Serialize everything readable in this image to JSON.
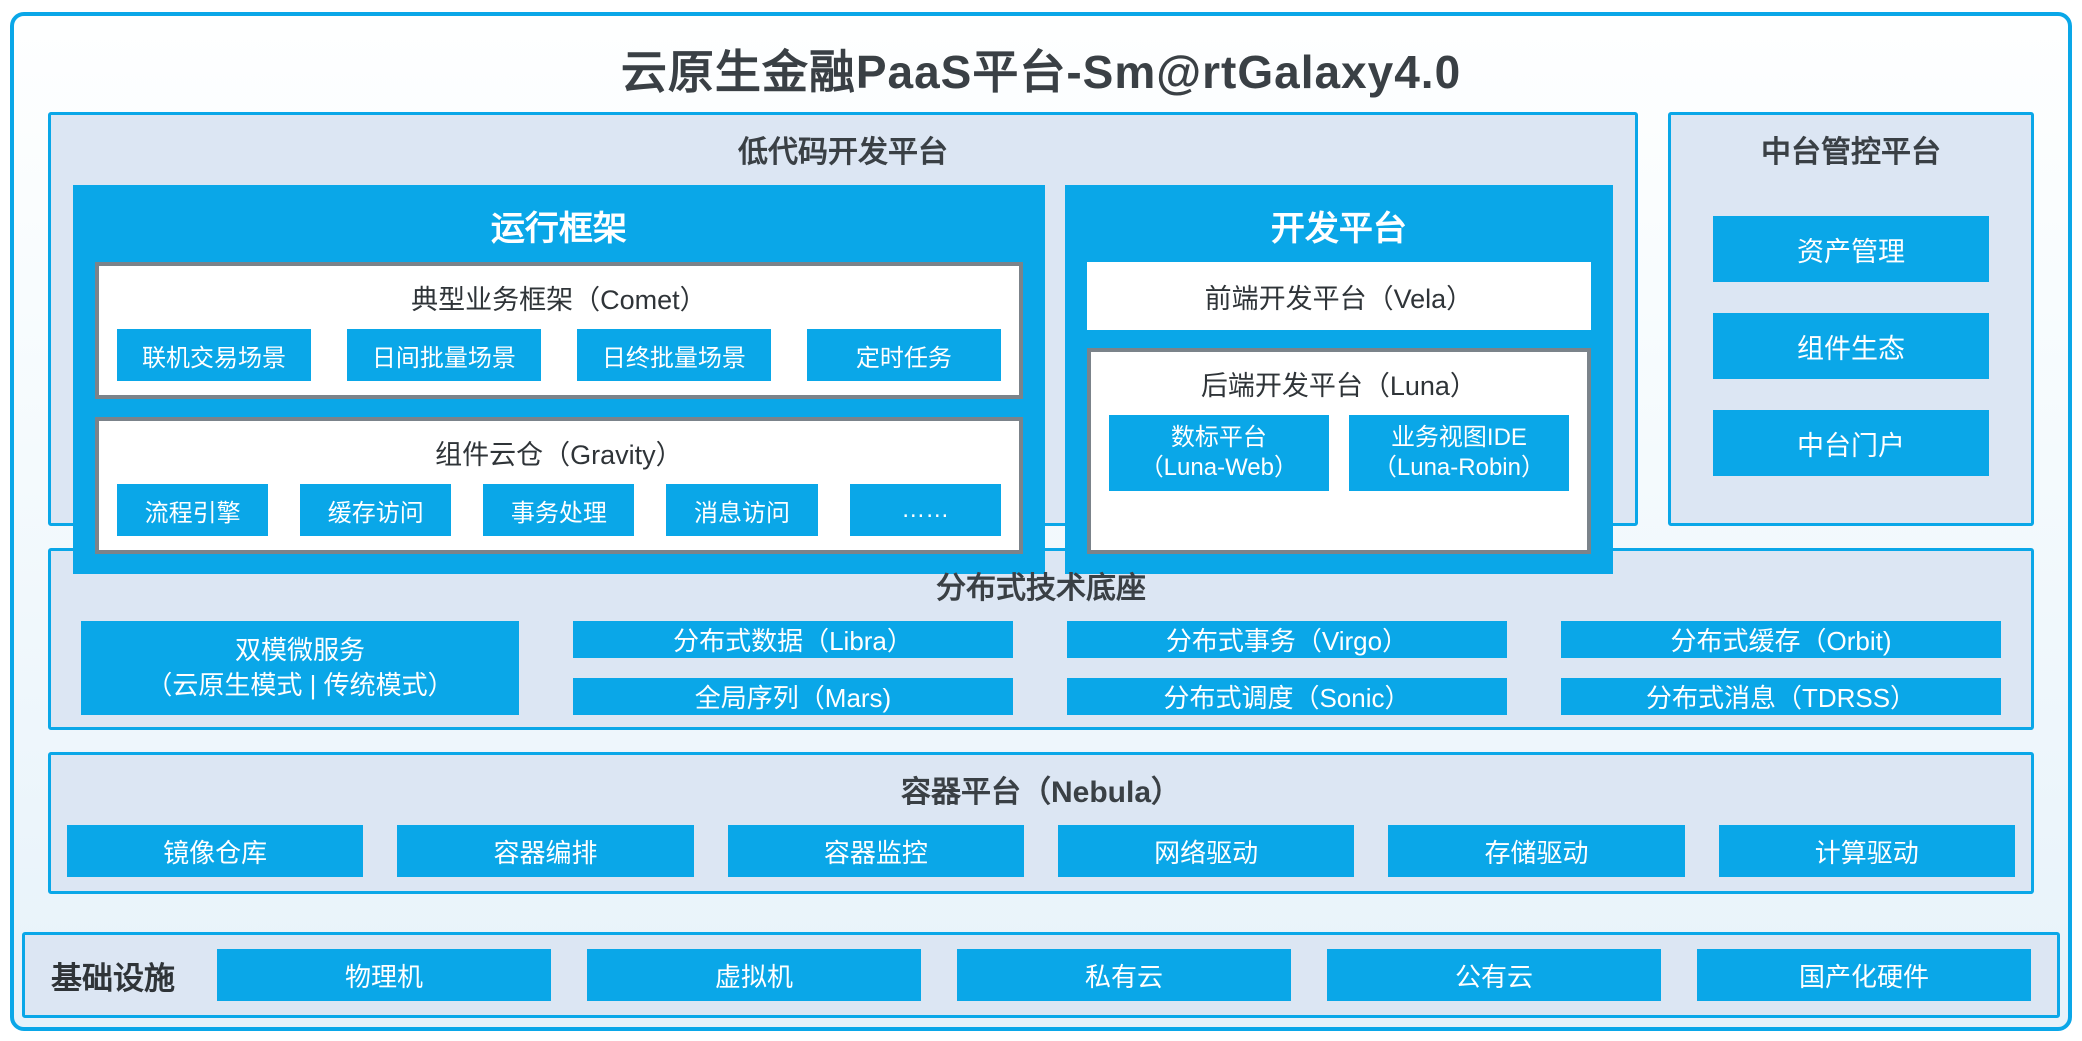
{
  "title": "云原生金融PaaS平台-Sm@rtGalaxy4.0",
  "colors": {
    "accent_blue": "#0aa7e8",
    "panel_bg": "#dce6f3",
    "dark_text": "#3a4045",
    "gray_border": "#7b838a",
    "white": "#ffffff"
  },
  "lowcode": {
    "title": "低代码开发平台",
    "runtime": {
      "title": "运行框架",
      "comet": {
        "title": "典型业务框架（Comet）",
        "items": [
          "联机交易场景",
          "日间批量场景",
          "日终批量场景",
          "定时任务"
        ]
      },
      "gravity": {
        "title": "组件云仓（Gravity）",
        "items": [
          "流程引擎",
          "缓存访问",
          "事务处理",
          "消息访问",
          "……"
        ]
      }
    },
    "dev": {
      "title": "开发平台",
      "vela": "前端开发平台（Vela）",
      "luna": {
        "title": "后端开发平台（Luna）",
        "items": [
          {
            "l1": "数标平台",
            "l2": "（Luna-Web）"
          },
          {
            "l1": "业务视图IDE",
            "l2": "（Luna-Robin）"
          }
        ]
      }
    }
  },
  "middle_platform": {
    "title": "中台管控平台",
    "items": [
      "资产管理",
      "组件生态",
      "中台门户"
    ]
  },
  "distributed": {
    "title": "分布式技术底座",
    "dual_mode": {
      "l1": "双模微服务",
      "l2": "（云原生模式 | 传统模式）"
    },
    "columns": [
      {
        "top": "分布式数据（Libra）",
        "bottom": "全局序列（Mars)"
      },
      {
        "top": "分布式事务（Virgo）",
        "bottom": "分布式调度（Sonic）"
      },
      {
        "top": "分布式缓存（Orbit)",
        "bottom": "分布式消息（TDRSS）"
      }
    ]
  },
  "container_platform": {
    "title": "容器平台（Nebula）",
    "items": [
      "镜像仓库",
      "容器编排",
      "容器监控",
      "网络驱动",
      "存储驱动",
      "计算驱动"
    ]
  },
  "infrastructure": {
    "label": "基础设施",
    "items": [
      "物理机",
      "虚拟机",
      "私有云",
      "公有云",
      "国产化硬件"
    ]
  }
}
